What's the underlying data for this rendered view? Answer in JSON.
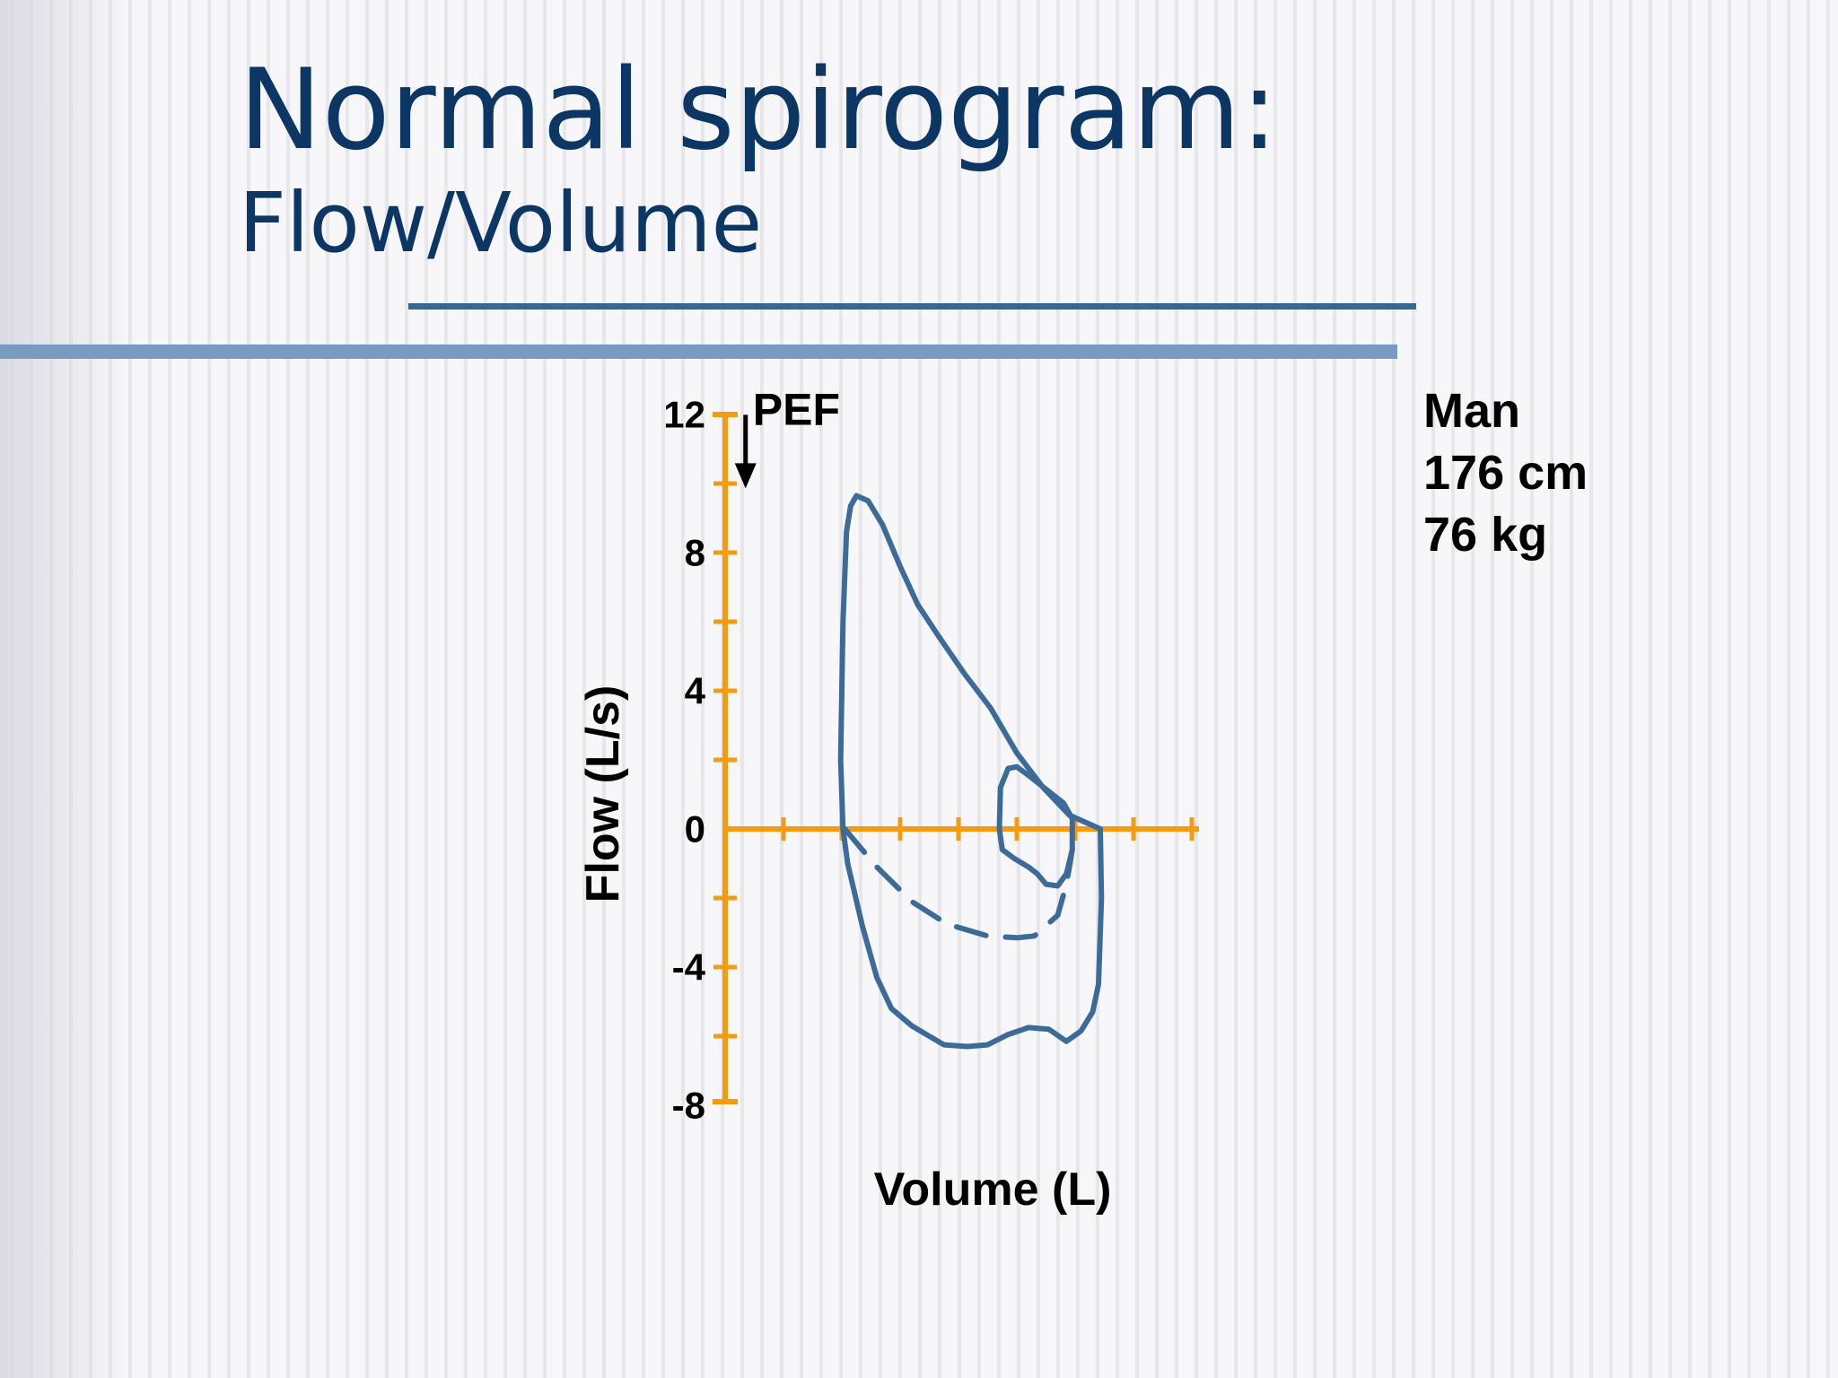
{
  "slide": {
    "title": "Normal spirogram:",
    "subtitle": "Flow/Volume",
    "info": [
      "Man",
      "176 cm",
      "76 kg"
    ]
  },
  "colors": {
    "title": "#0c3663",
    "axis": "#f39c12",
    "curve": "#3d6b99",
    "rule_dark": "#3a6690",
    "rule_light": "#7a9bc0"
  },
  "chart_data": {
    "type": "line",
    "title": "",
    "xlabel": "Volume (L)",
    "ylabel": "Flow (L/s)",
    "ylim": [
      -8,
      12
    ],
    "yticks": [
      12,
      8,
      4,
      0,
      -4,
      -8
    ],
    "xlim": [
      0,
      8
    ],
    "annotations": [
      {
        "text": "PEF",
        "x": 0.35,
        "y": 9.6
      }
    ],
    "series": [
      {
        "style": "solid",
        "points": [
          [
            2.02,
            0
          ],
          [
            1.98,
            2
          ],
          [
            2.02,
            6
          ],
          [
            2.08,
            8.6
          ],
          [
            2.15,
            9.35
          ],
          [
            2.25,
            9.65
          ],
          [
            2.45,
            9.5
          ],
          [
            2.7,
            8.8
          ],
          [
            3.0,
            7.6
          ],
          [
            3.3,
            6.5
          ],
          [
            3.65,
            5.6
          ],
          [
            4.1,
            4.5
          ],
          [
            4.55,
            3.5
          ],
          [
            5.0,
            2.2
          ],
          [
            5.45,
            1.2
          ],
          [
            5.9,
            0.4
          ],
          [
            6.3,
            0.1
          ],
          [
            6.43,
            0
          ],
          [
            6.45,
            -2
          ],
          [
            6.4,
            -4.5
          ],
          [
            6.3,
            -5.3
          ],
          [
            6.1,
            -5.85
          ],
          [
            5.85,
            -6.15
          ],
          [
            5.55,
            -5.8
          ],
          [
            5.2,
            -5.75
          ],
          [
            4.85,
            -5.95
          ],
          [
            4.5,
            -6.25
          ],
          [
            4.15,
            -6.3
          ],
          [
            3.75,
            -6.25
          ],
          [
            3.55,
            -6.05
          ],
          [
            3.2,
            -5.7
          ],
          [
            2.85,
            -5.2
          ],
          [
            2.6,
            -4.3
          ],
          [
            2.35,
            -2.8
          ],
          [
            2.1,
            -1.0
          ],
          [
            2.02,
            0
          ]
        ]
      },
      {
        "style": "solid",
        "points": [
          [
            4.7,
            0
          ],
          [
            4.72,
            1.2
          ],
          [
            4.85,
            1.75
          ],
          [
            5.0,
            1.8
          ],
          [
            5.2,
            1.55
          ],
          [
            5.5,
            1.15
          ],
          [
            5.8,
            0.75
          ],
          [
            5.95,
            0.3
          ],
          [
            5.95,
            -0.6
          ],
          [
            5.85,
            -1.3
          ],
          [
            5.7,
            -1.65
          ],
          [
            5.5,
            -1.6
          ],
          [
            5.35,
            -1.3
          ],
          [
            5.2,
            -1.1
          ],
          [
            4.95,
            -0.85
          ],
          [
            4.75,
            -0.6
          ],
          [
            4.7,
            0
          ]
        ]
      },
      {
        "style": "dashed",
        "points": [
          [
            2.05,
            0
          ],
          [
            2.6,
            -1.1
          ],
          [
            3.2,
            -2.1
          ],
          [
            3.8,
            -2.75
          ],
          [
            4.5,
            -3.1
          ],
          [
            5.0,
            -3.15
          ],
          [
            5.3,
            -3.1
          ],
          [
            5.7,
            -2.5
          ],
          [
            5.85,
            -1.6
          ],
          [
            5.95,
            -0.6
          ]
        ]
      }
    ]
  }
}
